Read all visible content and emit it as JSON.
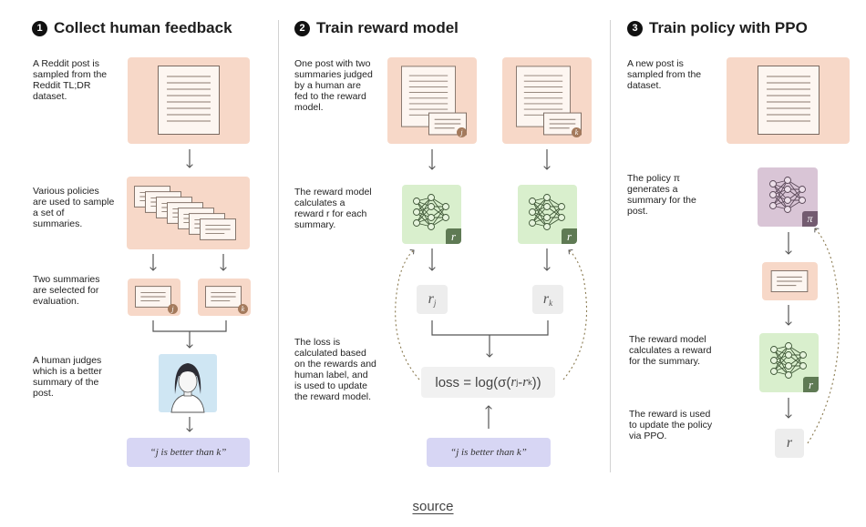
{
  "columns": [
    {
      "number": "1",
      "title": "Collect human feedback",
      "steps": [
        "A Reddit post is sampled from the Reddit TL;DR dataset.",
        "Various policies are used to sample a set of summaries.",
        "Two summaries are selected for evaluation.",
        "A human judges which is a better summary of the post."
      ],
      "judgement": "“j is better than k”"
    },
    {
      "number": "2",
      "title": "Train reward model",
      "steps": [
        "One post with two summaries judged by a human are fed to the reward model.",
        "The reward model calculates a reward r for each summary.",
        "The loss is calculated based on the rewards and human label, and is used to update the reward model."
      ],
      "reward_j": "r",
      "reward_j_sub": "j",
      "reward_k": "r",
      "reward_k_sub": "k",
      "loss_prefix": "loss = log(σ(",
      "loss_r1": "r",
      "loss_sub1": "j",
      "loss_mid": " - ",
      "loss_r2": "r",
      "loss_sub2": "k",
      "loss_suffix": "))",
      "judgement": "“j is better than k”"
    },
    {
      "number": "3",
      "title": "Train policy with PPO",
      "steps": [
        "A new post is sampled from the dataset.",
        "The policy π generates a summary for the post.",
        "The reward model calculates a reward for the summary.",
        "The reward is used to update the policy via PPO."
      ],
      "reward": "r"
    }
  ],
  "badges": {
    "j": "j",
    "k": "k",
    "r": "r",
    "pi": "π"
  },
  "footer": {
    "source_link": "source"
  },
  "colors": {
    "pink": "#f7d8c8",
    "green": "#d9efcd",
    "purple": "#d9c5d6",
    "lavender": "#d7d6f4",
    "gray": "#ededed",
    "badge_green": "#5f7a54",
    "badge_brown": "#a47a5c",
    "badge_purple": "#735b70"
  }
}
